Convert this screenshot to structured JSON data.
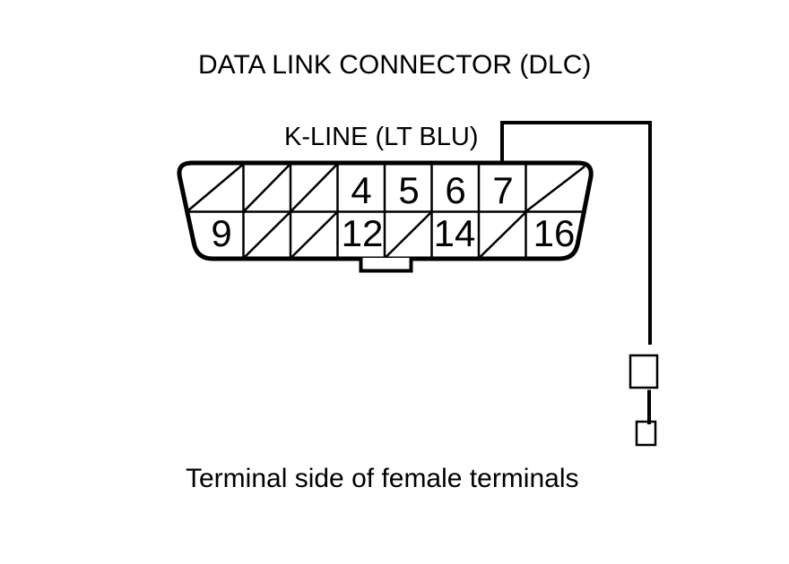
{
  "title": "DATA LINK CONNECTOR (DLC)",
  "wire_label": "K-LINE (LT BLU)",
  "caption": "Terminal side of female terminals",
  "connector": {
    "name": "Data Link Connector (DLC), 16-pin OBD-II, terminal side view",
    "rows": {
      "top": [
        "",
        "",
        "",
        "4",
        "5",
        "6",
        "7",
        ""
      ],
      "bottom": [
        "9",
        "",
        "",
        "12",
        "",
        "14",
        "",
        "16"
      ]
    },
    "unused_pins_marked_with_slash_top": [
      1,
      2,
      3,
      8
    ],
    "unused_pins_marked_with_slash_bottom": [
      10,
      11,
      13,
      15
    ],
    "wire_from_pin": "7"
  },
  "colors": {
    "line": "#000000",
    "background": "#ffffff"
  }
}
